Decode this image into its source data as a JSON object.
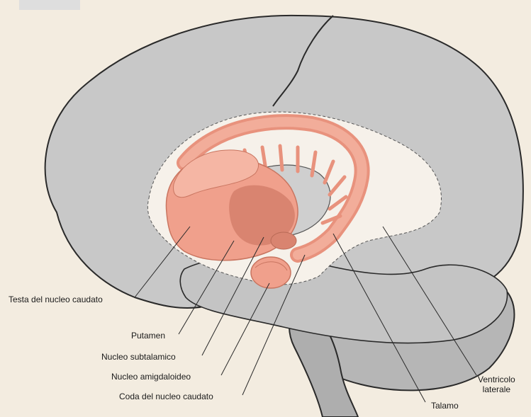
{
  "figure": {
    "labels": {
      "testa": "Testa del nucleo caudato",
      "putamen": "Putamen",
      "subtalamico": "Nucleo subtalamico",
      "amigdaloideo": "Nucleo amigdaloideo",
      "coda": "Coda del nucleo caudato",
      "talamo": "Talamo",
      "ventricolo_line1": "Ventricolo",
      "ventricolo_line2": "laterale"
    },
    "colors": {
      "background": "#f3ece0",
      "cortex": "#c9c9c9",
      "cerebellum": "#b8b8b8",
      "ventricle": "#f7f3ee",
      "nuclei": "#f0a08c",
      "nuclei_dark": "#d98470",
      "thalamus": "#c07060"
    }
  }
}
